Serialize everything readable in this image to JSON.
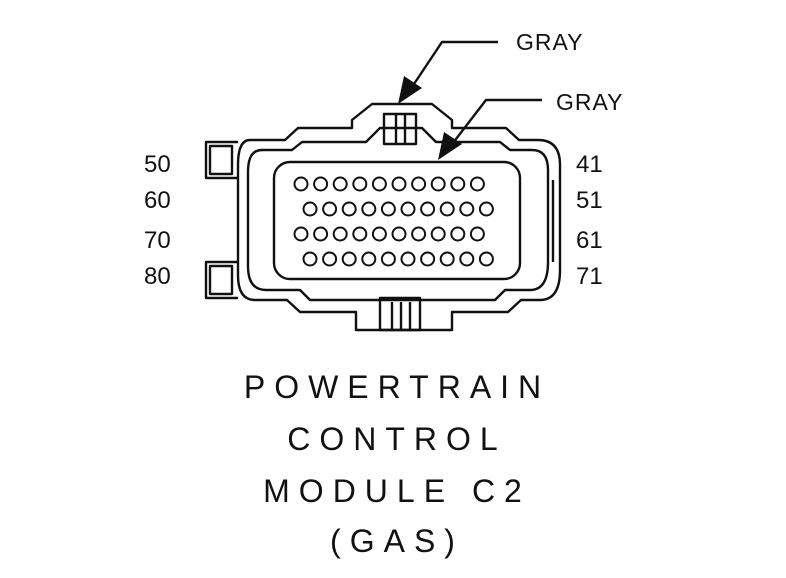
{
  "callouts": {
    "top": "GRAY",
    "second": "GRAY"
  },
  "pin_labels": {
    "left": [
      "50",
      "60",
      "70",
      "80"
    ],
    "right": [
      "41",
      "51",
      "61",
      "71"
    ]
  },
  "pin_rows": [
    10,
    10,
    10,
    10
  ],
  "caption": {
    "line1": "POWERTRAIN",
    "line2": "CONTROL",
    "line3": "MODULE C2",
    "line4": "(GAS)"
  }
}
